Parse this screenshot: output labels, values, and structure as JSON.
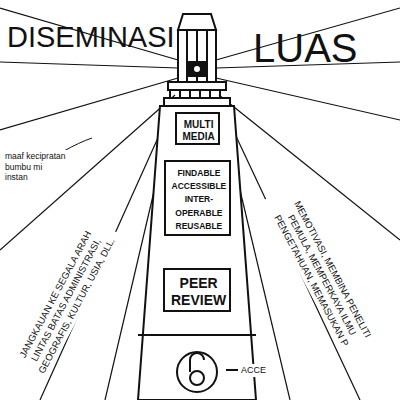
{
  "diagram": {
    "nodes": [
      {
        "text": [
          "MULTI MEDIA"
        ]
      },
      {
        "text": [
          "FINDABLE ACCESSIBLE INTER-OPERABLE REUSABLE"
        ]
      },
      {
        "text": [
          "PEER REVIEW"
        ]
      }
    ],
    "labels": [
      "DISEMINASI",
      "LUAS",
      "maaf kecipratan bumbu mi instan",
      "JANGKAUAN KE SEGALA ARAH LINTAS BATAS ADMINISTRASI, GEOGRAFIS, KULTUR, USIA, DLL.",
      "MEMOTIVASI, MEMBINA PENELITI PEMULA, MEMPERKAYA ILMU PENGETAHUAN, MEMASUKAN P",
      "ACCE"
    ]
  }
}
